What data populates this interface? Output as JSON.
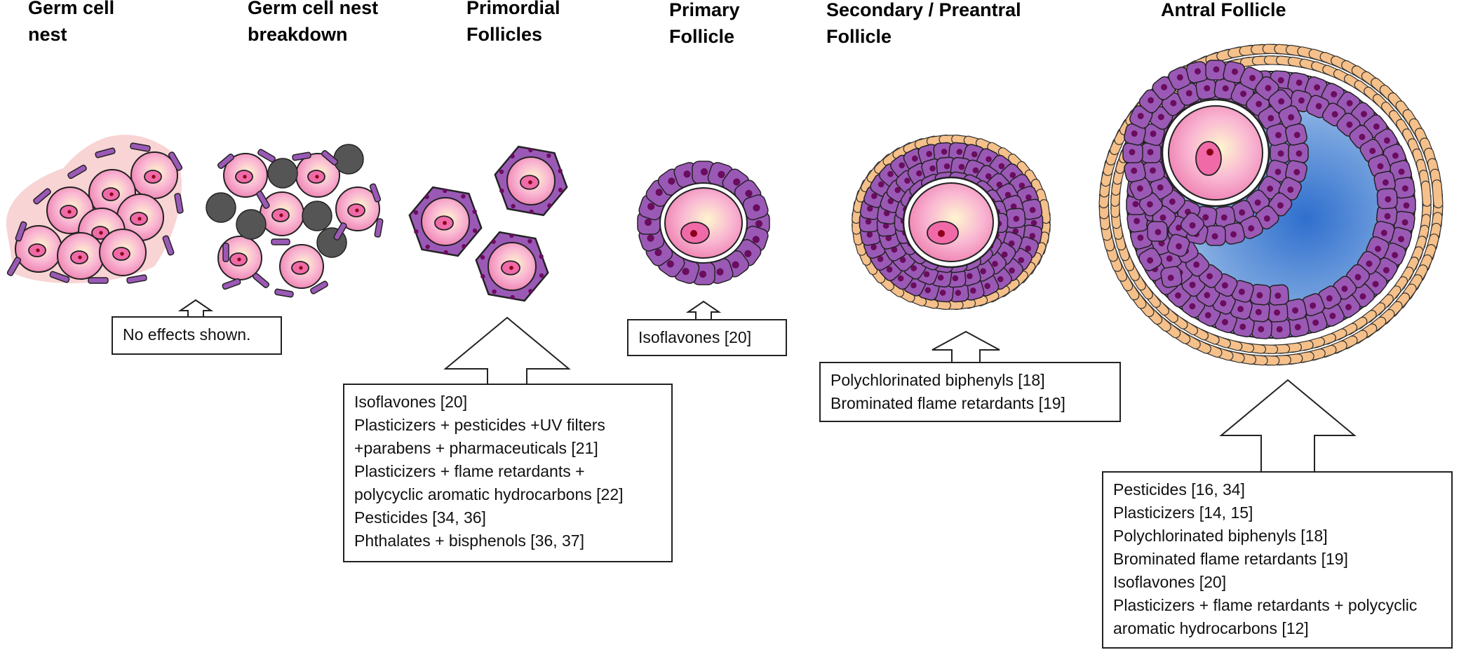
{
  "stages": [
    {
      "id": "germ-cell-nest",
      "title": "Germ cell\nnest"
    },
    {
      "id": "germ-cell-nest-breakdown",
      "title": "Germ cell nest\nbreakdown"
    },
    {
      "id": "primordial-follicles",
      "title": "Primordial\nFollicles"
    },
    {
      "id": "primary-follicle",
      "title": "Primary\nFollicle"
    },
    {
      "id": "secondary-preantral-follicle",
      "title": "Secondary / Preantral\nFollicle"
    },
    {
      "id": "antral-follicle",
      "title": "Antral Follicle"
    }
  ],
  "boxes": {
    "breakdown": {
      "lines": [
        "No effects shown."
      ]
    },
    "primordial": {
      "lines": [
        "Isoflavones [20]",
        "Plasticizers + pesticides +UV filters",
        "+parabens + pharmaceuticals [21]",
        "Plasticizers + flame retardants +",
        "polycyclic aromatic hydrocarbons [22]",
        "Pesticides [34, 36]",
        "Phthalates + bisphenols [36, 37]"
      ]
    },
    "primary": {
      "lines": [
        "Isoflavones [20]"
      ]
    },
    "secondary": {
      "lines": [
        "Polychlorinated biphenyls [18]",
        "Brominated flame retardants [19]"
      ]
    },
    "antral": {
      "lines": [
        "Pesticides [16, 34]",
        "Plasticizers [14, 15]",
        "Polychlorinated biphenyls [18]",
        "Brominated flame retardants [19]",
        "Isoflavones [20]",
        "Plasticizers + flame retardants + polycyclic",
        "aromatic hydrocarbons [12]"
      ]
    }
  },
  "colors": {
    "oocyte": "#f7a8c8",
    "oocyte_center": "#fff3c4",
    "granulosa": "#9b59b6",
    "granulosa_nucleus": "#6a0d5e",
    "theca": "#f5c08a",
    "antrum": "#3f7fd0",
    "apoptotic_cell": "#555555",
    "nest_background": "#f8c9c9"
  }
}
